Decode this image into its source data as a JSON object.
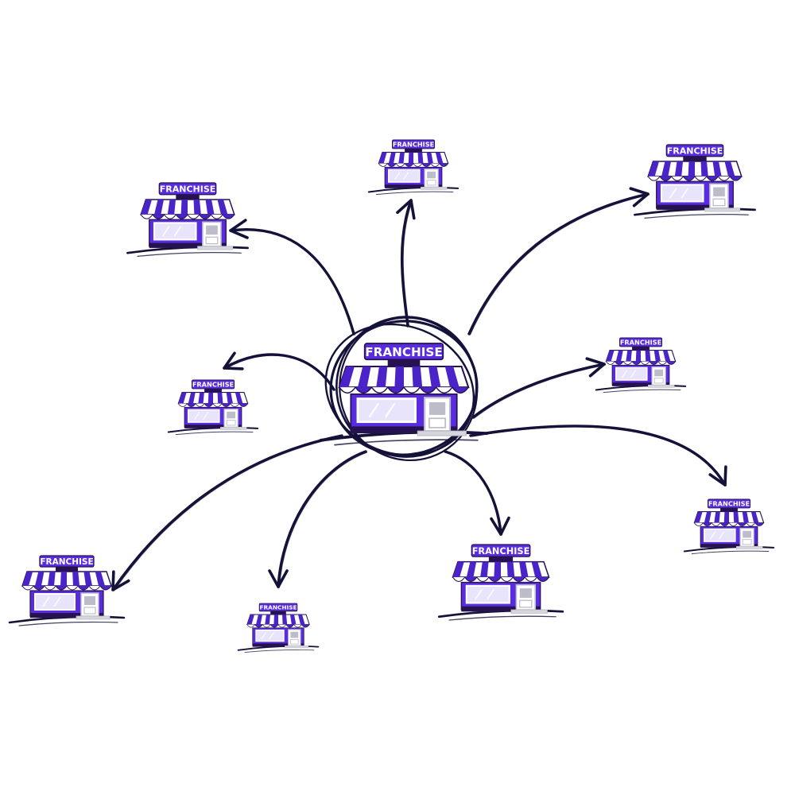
{
  "sign_label": "FRANCHISE",
  "colors": {
    "ink": "#15123a",
    "store_body": "#5a2ce0",
    "store_dark": "#26124f",
    "awning_light": "#ffffff",
    "awning_accent": "#4a24c8",
    "window": "#e8e4fb",
    "door_frame": "#bdbdc9",
    "step": "#d6d6de"
  },
  "hub": {
    "name": "central-store",
    "icon": "storefront-icon",
    "encircled": true
  },
  "stores": [
    {
      "name": "store-top-left",
      "icon": "storefront-icon"
    },
    {
      "name": "store-top-center",
      "icon": "storefront-icon"
    },
    {
      "name": "store-top-right",
      "icon": "storefront-icon"
    },
    {
      "name": "store-mid-left",
      "icon": "storefront-icon"
    },
    {
      "name": "store-mid-right",
      "icon": "storefront-icon"
    },
    {
      "name": "store-right",
      "icon": "storefront-icon"
    },
    {
      "name": "store-bottom-left",
      "icon": "storefront-icon"
    },
    {
      "name": "store-bottom-center-left",
      "icon": "storefront-icon"
    },
    {
      "name": "store-bottom-center",
      "icon": "storefront-icon"
    }
  ],
  "arrows": [
    {
      "from": "central-store",
      "to": "store-top-left"
    },
    {
      "from": "central-store",
      "to": "store-top-center"
    },
    {
      "from": "central-store",
      "to": "store-top-right"
    },
    {
      "from": "central-store",
      "to": "store-mid-left"
    },
    {
      "from": "central-store",
      "to": "store-mid-right"
    },
    {
      "from": "central-store",
      "to": "store-right"
    },
    {
      "from": "central-store",
      "to": "store-bottom-left"
    },
    {
      "from": "central-store",
      "to": "store-bottom-center-left"
    },
    {
      "from": "central-store",
      "to": "store-bottom-center"
    }
  ]
}
